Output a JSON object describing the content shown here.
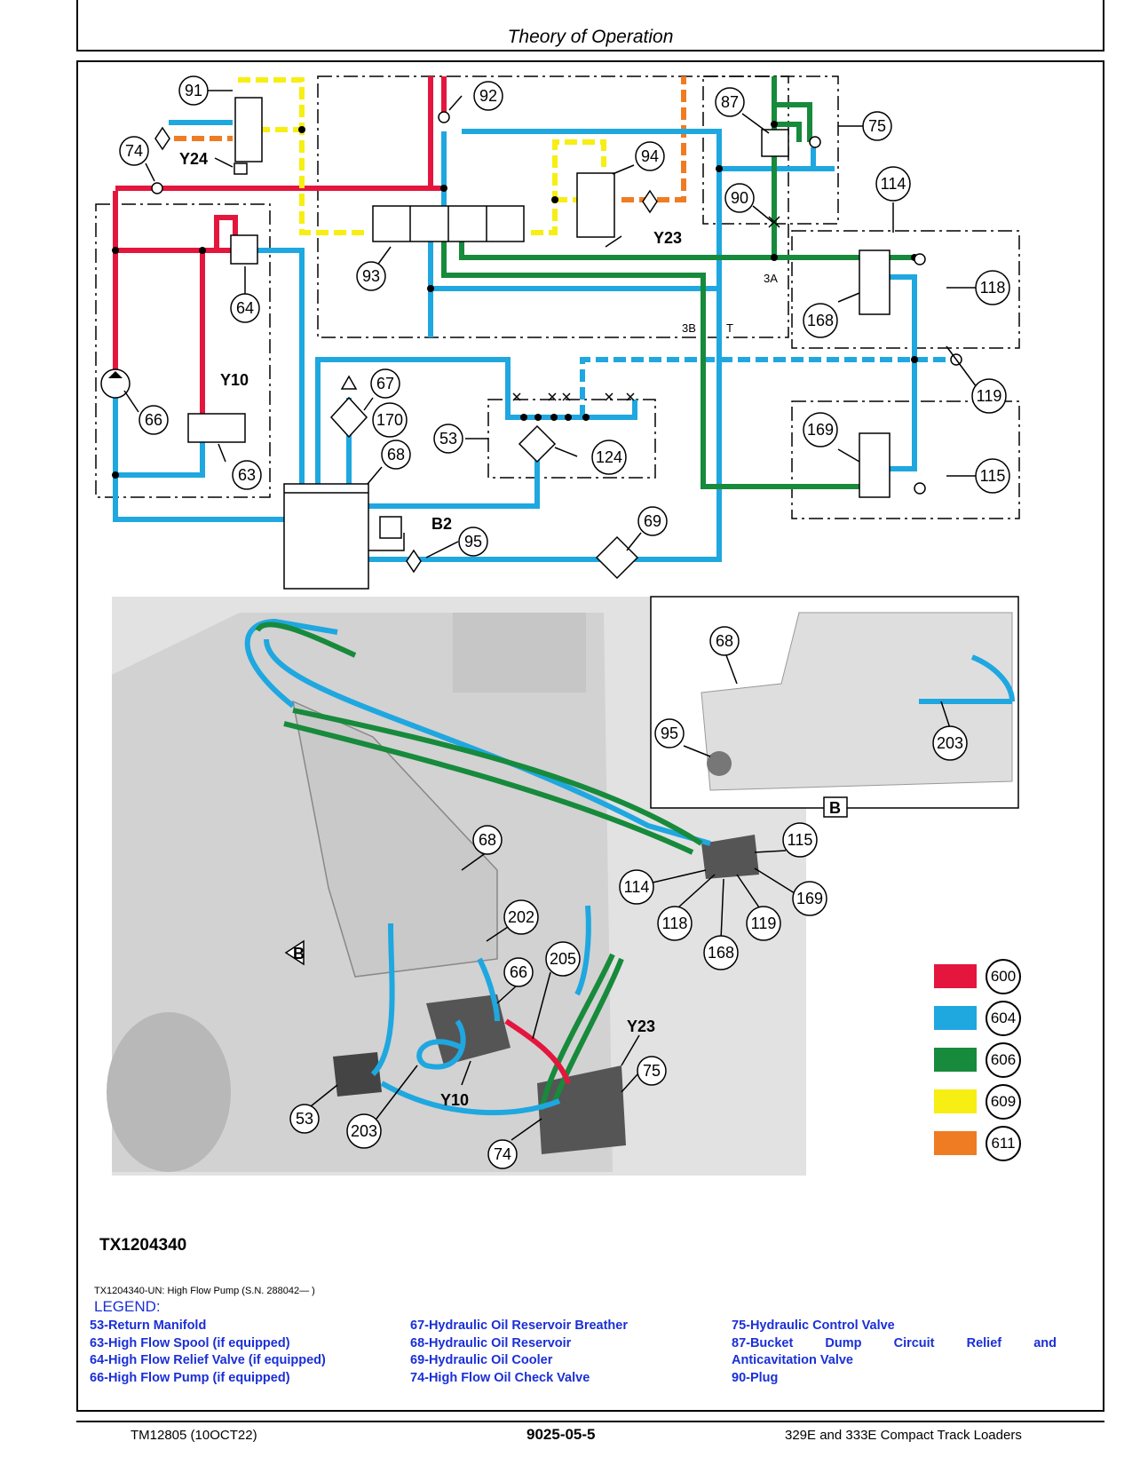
{
  "header": {
    "title": "Theory of Operation"
  },
  "figure": {
    "id": "TX1204340",
    "caption": "TX1204340-UN: High Flow Pump (S.N. 288042— )",
    "detail_view_label": "B",
    "schematic_callouts": [
      "91",
      "92",
      "87",
      "75",
      "74",
      "Y24",
      "94",
      "114",
      "90",
      "Y23",
      "93",
      "64",
      "118",
      "168",
      "3A",
      "3B",
      "T",
      "Y10",
      "119",
      "66",
      "67",
      "170",
      "53",
      "124",
      "169",
      "115",
      "63",
      "68",
      "B2",
      "95",
      "69"
    ],
    "photo_callouts": [
      "68",
      "95",
      "203",
      "68",
      "115",
      "114",
      "169",
      "118",
      "119",
      "168",
      "202",
      "66",
      "205",
      "B",
      "Y23",
      "75",
      "53",
      "203",
      "Y10",
      "74"
    ]
  },
  "colors": {
    "pressure": "#e4163e",
    "return": "#1fa7e0",
    "work": "#178a3c",
    "pilot": "#f7ee13",
    "pilot_secondary": "#ef7c22"
  },
  "color_key": [
    {
      "code": "600",
      "color": "#e4163e"
    },
    {
      "code": "604",
      "color": "#1fa7e0"
    },
    {
      "code": "606",
      "color": "#178a3c"
    },
    {
      "code": "609",
      "color": "#f7ee13"
    },
    {
      "code": "611",
      "color": "#ef7c22"
    }
  ],
  "legend": {
    "title": "LEGEND:",
    "col1": [
      "53-Return Manifold",
      "63-High Flow Spool (if equipped)",
      "64-High Flow Relief Valve (if equipped)",
      "66-High Flow Pump (if equipped)"
    ],
    "col2": [
      "67-Hydraulic Oil Reservoir Breather",
      "68-Hydraulic Oil Reservoir",
      "69-Hydraulic Oil Cooler",
      "74-High Flow Oil Check Valve"
    ],
    "col3_first": "75-Hydraulic Control Valve",
    "col3_justified": [
      "87-Bucket",
      "Dump",
      "Circuit",
      "Relief",
      "and"
    ],
    "col3_rest": [
      "Anticavitation Valve",
      "90-Plug"
    ]
  },
  "footer": {
    "left": "TM12805 (10OCT22)",
    "center": "9025-05-5",
    "right": "329E and 333E Compact Track Loaders"
  }
}
